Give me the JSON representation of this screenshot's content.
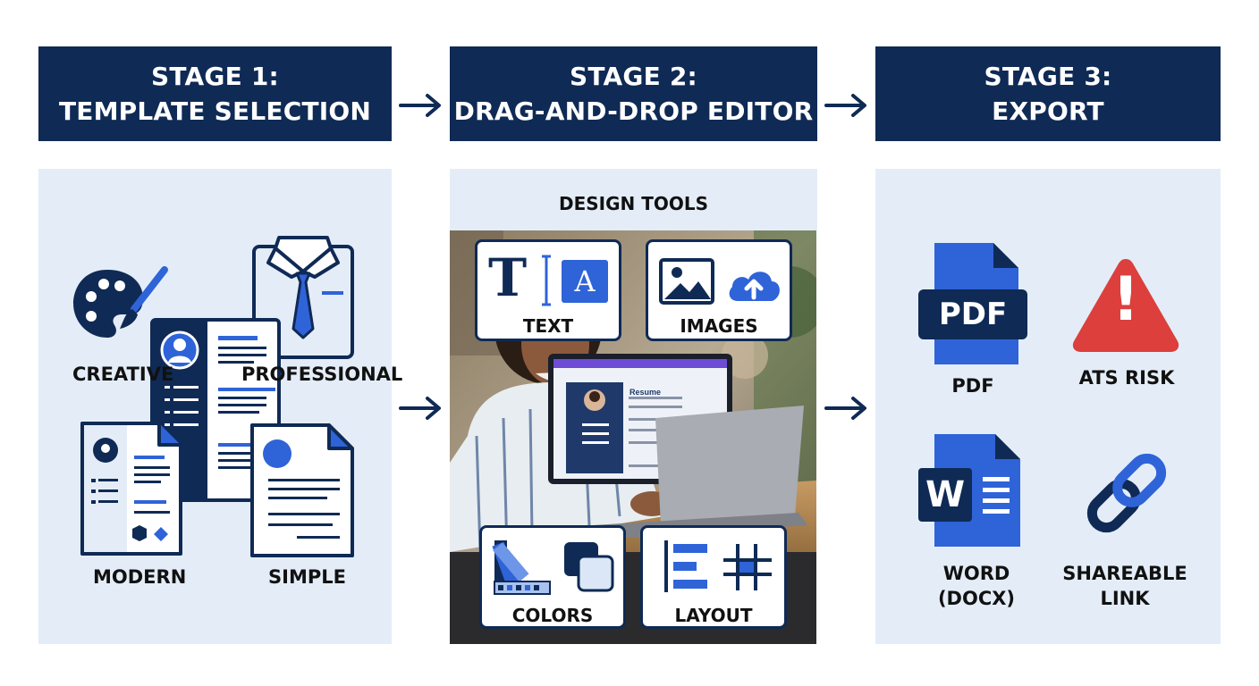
{
  "stages": [
    {
      "title_line1": "STAGE 1:",
      "title_line2": "TEMPLATE SELECTION"
    },
    {
      "title_line1": "STAGE 2:",
      "title_line2": "DRAG-AND-DROP EDITOR"
    },
    {
      "title_line1": "STAGE 3:",
      "title_line2": "EXPORT"
    }
  ],
  "stage1": {
    "templates": [
      "CREATIVE",
      "PROFESSIONAL",
      "MODERN",
      "SIMPLE"
    ]
  },
  "stage2": {
    "heading": "DESIGN TOOLS",
    "tools": [
      "TEXT",
      "IMAGES",
      "COLORS",
      "LAYOUT"
    ],
    "laptop_screen_title": "Resume",
    "text_icon_letters": [
      "T",
      "A"
    ]
  },
  "stage3": {
    "pdf_badge": "PDF",
    "word_badge": "W",
    "formats": [
      "PDF",
      "ATS RISK"
    ],
    "word_line1": "WORD",
    "word_line2": "(DOCX)",
    "link_line1": "SHAREABLE",
    "link_line2": "LINK",
    "risk_mark": "!"
  },
  "colors": {
    "navy": "#0f2a55",
    "accent_blue": "#2f63d8",
    "panel_bg": "#e4edf7",
    "warning_red": "#dc3f3c"
  }
}
